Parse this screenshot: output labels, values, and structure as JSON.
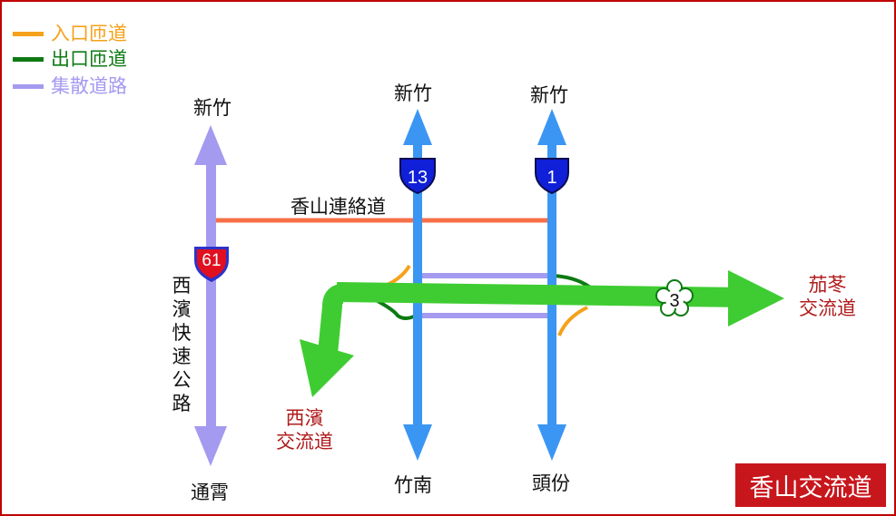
{
  "legend": [
    {
      "label": "入口匝道",
      "color": "#f6a11a"
    },
    {
      "label": "出口匝道",
      "color": "#0d7a12"
    },
    {
      "label": "集散道路",
      "color": "#a49af0"
    }
  ],
  "routes": {
    "r61": {
      "number": "61",
      "north": "新竹",
      "south": "通霄",
      "name": "西濱快速公路"
    },
    "r13": {
      "number": "13",
      "north": "新竹",
      "south": "竹南"
    },
    "r1": {
      "number": "1",
      "north": "新竹",
      "south": "頭份"
    },
    "r3": {
      "number": "3"
    }
  },
  "connector": "香山連絡道",
  "destinations": {
    "east": "茄苳\n交流道",
    "west": "西濱\n交流道"
  },
  "title": "香山交流道",
  "colors": {
    "road_blue": "#3b96f3",
    "collector": "#a49af0",
    "connector": "#f77049",
    "freeway3": "#3fcc32",
    "entrance": "#f6a11a",
    "exit": "#0d7a12",
    "shield_red": "#e01020",
    "shield_blue": "#1020d8",
    "accent": "#c8161d"
  }
}
